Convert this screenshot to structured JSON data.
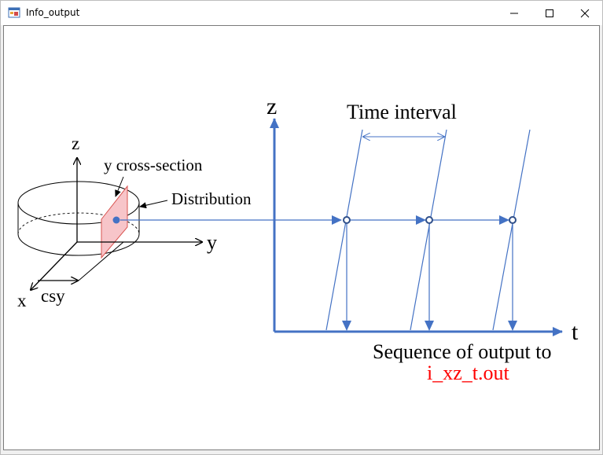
{
  "window": {
    "title": "Info_output",
    "icon": "app-form-icon",
    "controls": {
      "minimize": "minimize-icon",
      "maximize": "maximize-icon",
      "close": "close-icon"
    }
  },
  "diagram": {
    "left_axis_z": "z",
    "left_axis_y": "y",
    "left_axis_x": "x",
    "csy_label": "csy",
    "cross_section_label": "y cross-section",
    "distribution_label": "Distribution",
    "time_axis_z": "z",
    "time_axis_t": "t",
    "time_interval_label": "Time interval",
    "output_caption": "Sequence of output to",
    "output_file": "i_xz_t.out",
    "colors": {
      "axis_blue": "#4472c4",
      "plane_fill": "#f7c5c9",
      "plane_stroke": "#d9534f",
      "file_red": "#ff0000"
    }
  }
}
